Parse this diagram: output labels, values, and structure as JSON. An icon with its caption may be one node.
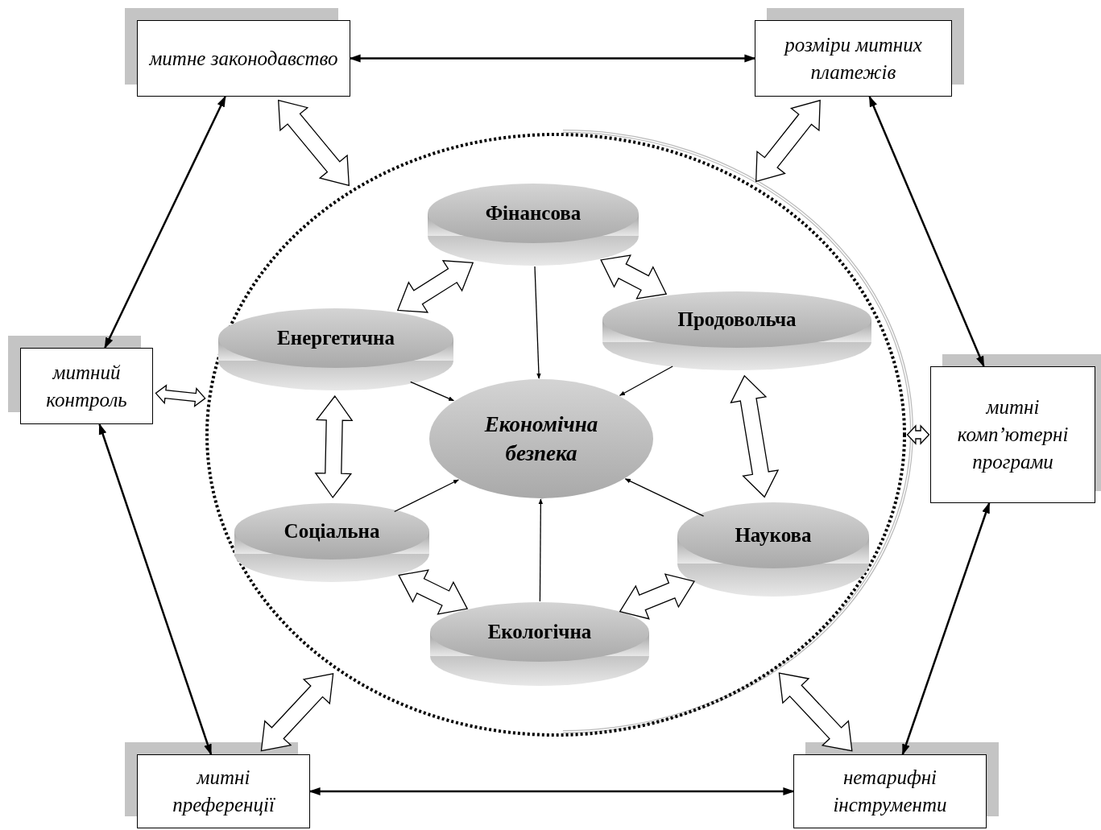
{
  "diagram": {
    "nodes": [
      {
        "text": [
          "митне законодавство"
        ]
      },
      {
        "text": [
          "розміри митних платежів"
        ]
      },
      {
        "text": [
          "митний контроль"
        ]
      },
      {
        "text": [
          "митні комп’ютерні програми"
        ]
      },
      {
        "text": [
          "митні преференції"
        ]
      },
      {
        "text": [
          "нетарифні інструменти"
        ]
      },
      {
        "text": [],
        "shape": "circle"
      },
      {
        "text": [
          "Фінансова"
        ],
        "in": 6
      },
      {
        "text": [
          "Енергетична"
        ],
        "in": 6
      },
      {
        "text": [
          "Продовольча"
        ],
        "in": 6
      },
      {
        "text": [
          "Економічна безпека"
        ],
        "in": 6
      },
      {
        "text": [
          "Соціальна"
        ],
        "in": 6
      },
      {
        "text": [
          "Наукова"
        ],
        "in": 6
      },
      {
        "text": [
          "Екологічна"
        ],
        "in": 6
      }
    ],
    "edges": [
      {
        "from": 0,
        "to": 1,
        "arrow": "both"
      },
      {
        "from": 0,
        "to": 2,
        "arrow": "both"
      },
      {
        "from": 1,
        "to": 3,
        "arrow": "both"
      },
      {
        "from": 2,
        "to": 4,
        "arrow": "both"
      },
      {
        "from": 3,
        "to": 5,
        "arrow": "both"
      },
      {
        "from": 4,
        "to": 5,
        "arrow": "both"
      },
      {
        "from": 0,
        "to": 6,
        "arrow": "both",
        "style": "thick"
      },
      {
        "from": 1,
        "to": 6,
        "arrow": "both",
        "style": "thick"
      },
      {
        "from": 2,
        "to": 6,
        "arrow": "both",
        "style": "thick"
      },
      {
        "from": 3,
        "to": 6,
        "arrow": "both",
        "style": "thick"
      },
      {
        "from": 4,
        "to": 6,
        "arrow": "both",
        "style": "thick"
      },
      {
        "from": 5,
        "to": 6,
        "arrow": "both",
        "style": "thick"
      },
      {
        "from": 8,
        "to": 7,
        "arrow": "both",
        "style": "thick"
      },
      {
        "from": 7,
        "to": 9,
        "arrow": "both",
        "style": "thick"
      },
      {
        "from": 8,
        "to": 11,
        "arrow": "both",
        "style": "thick"
      },
      {
        "from": 9,
        "to": 12,
        "arrow": "both",
        "style": "thick"
      },
      {
        "from": 11,
        "to": 13,
        "arrow": "both",
        "style": "thick"
      },
      {
        "from": 13,
        "to": 12,
        "arrow": "both",
        "style": "thick"
      },
      {
        "from": 7,
        "to": 10,
        "arrow": "to"
      },
      {
        "from": 8,
        "to": 10,
        "arrow": "to"
      },
      {
        "from": 9,
        "to": 10,
        "arrow": "to"
      },
      {
        "from": 11,
        "to": 10,
        "arrow": "to"
      },
      {
        "from": 12,
        "to": 10,
        "arrow": "to"
      },
      {
        "from": 13,
        "to": 10,
        "arrow": "to"
      }
    ]
  }
}
